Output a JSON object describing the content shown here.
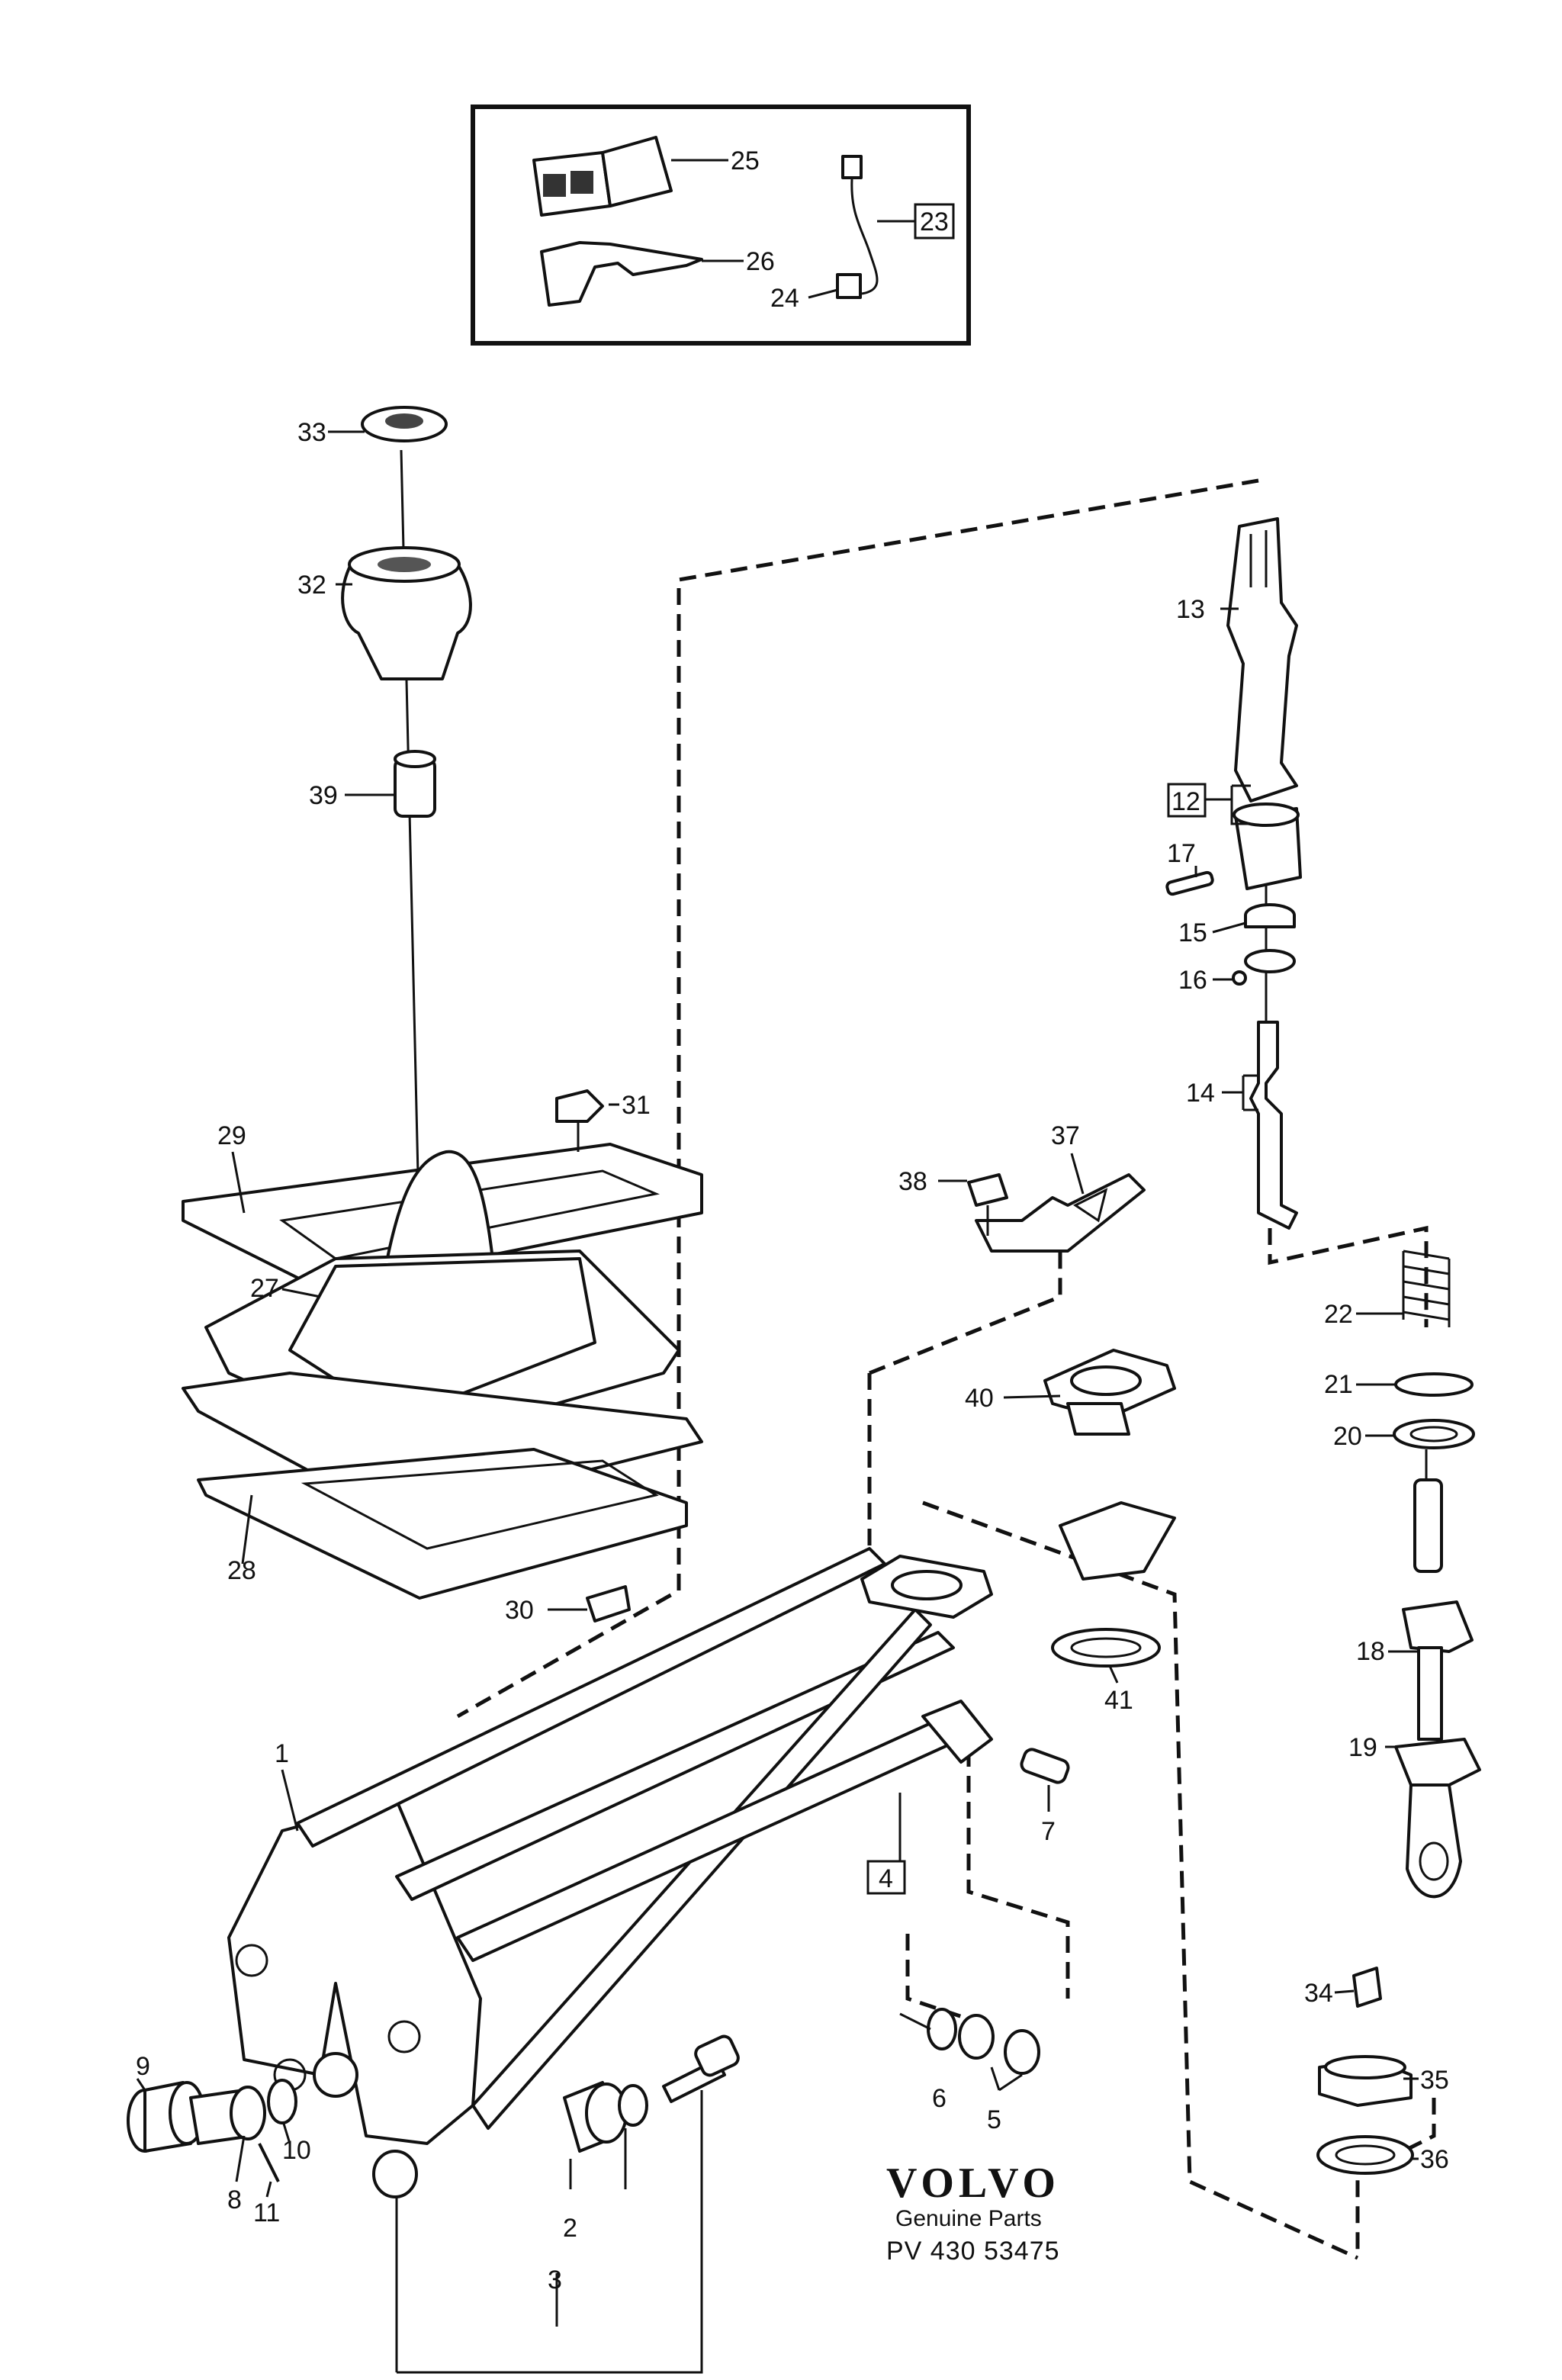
{
  "labels": {
    "p1": "1",
    "p2": "2",
    "p3": "3",
    "p4": "4",
    "p5": "5",
    "p6": "6",
    "p7": "7",
    "p8": "8",
    "p9": "9",
    "p10": "10",
    "p11": "11",
    "p12": "12",
    "p13": "13",
    "p14": "14",
    "p15": "15",
    "p16": "16",
    "p17": "17",
    "p18": "18",
    "p19": "19",
    "p20": "20",
    "p21": "21",
    "p22": "22",
    "p23": "23",
    "p24": "24",
    "p25": "25",
    "p26": "26",
    "p27": "27",
    "p28": "28",
    "p29": "29",
    "p30": "30",
    "p31": "31",
    "p32": "32",
    "p33": "33",
    "p34": "34",
    "p35": "35",
    "p36": "36",
    "p37": "37",
    "p38": "38",
    "p39": "39",
    "p40": "40",
    "p41": "41"
  },
  "footer": {
    "brand": "VOLVO",
    "tagline": "Genuine Parts",
    "code": "PV 430 53475"
  }
}
